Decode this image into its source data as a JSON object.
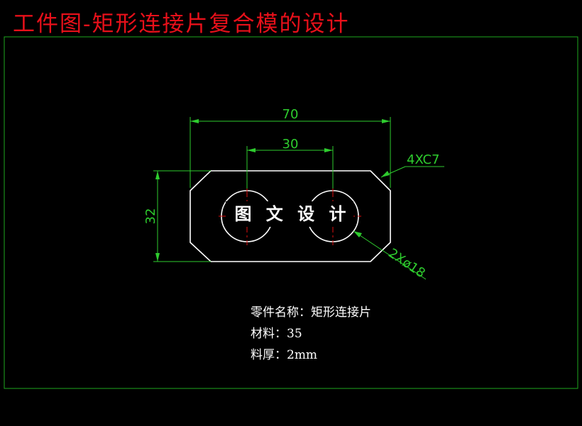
{
  "title": "工件图-矩形连接片复合模的设计",
  "colors": {
    "background": "#000000",
    "title": "#e8101a",
    "frame": "#1ea81e",
    "outline": "#ffffff",
    "dimension": "#2ecc2e",
    "centerline": "#e01010",
    "text": "#ffffff"
  },
  "dimensions": {
    "overall_width": "70",
    "hole_spacing": "30",
    "height": "32",
    "chamfer": "4XC7",
    "holes": "2Xø18"
  },
  "watermark": "图 文 设 计",
  "notes": {
    "part_name": "零件名称：矩形连接片",
    "material": "材料：35",
    "thickness": "料厚：2mm"
  }
}
